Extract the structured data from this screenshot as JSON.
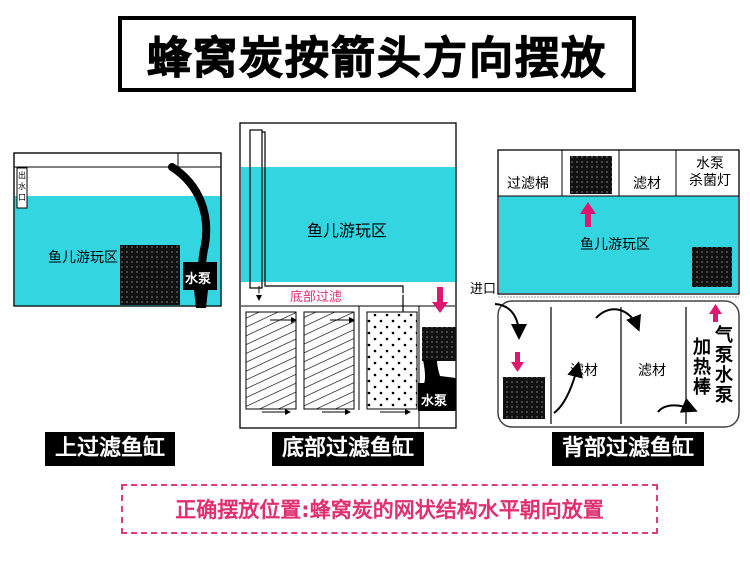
{
  "title": "蜂窝炭按箭头方向摆放",
  "top_filter": {
    "caption": "上过滤鱼缸",
    "fish_area": "鱼儿游玩区",
    "pump": "水泵",
    "side_label": "出水口"
  },
  "bottom_filter": {
    "caption": "底部过滤鱼缸",
    "fish_area": "鱼儿游玩区",
    "flow_label": "底部过滤",
    "pump": "水泵"
  },
  "back_filter": {
    "caption": "背部过滤鱼缸",
    "fish_area": "鱼儿游玩区",
    "inlet": "进口",
    "top_cells": [
      "过滤棉",
      "",
      "滤材",
      "水泵\n杀菌灯"
    ],
    "lower_cells": [
      "",
      "滤材",
      "滤材"
    ],
    "heater": "加热棒",
    "air_pump": "气泵水泵"
  },
  "note": "正确摆放位置:蜂窝炭的网状结构水平朝向放置",
  "colors": {
    "water": "#33d6e0",
    "arrow": "#e0156f",
    "note": "#e0306f"
  }
}
